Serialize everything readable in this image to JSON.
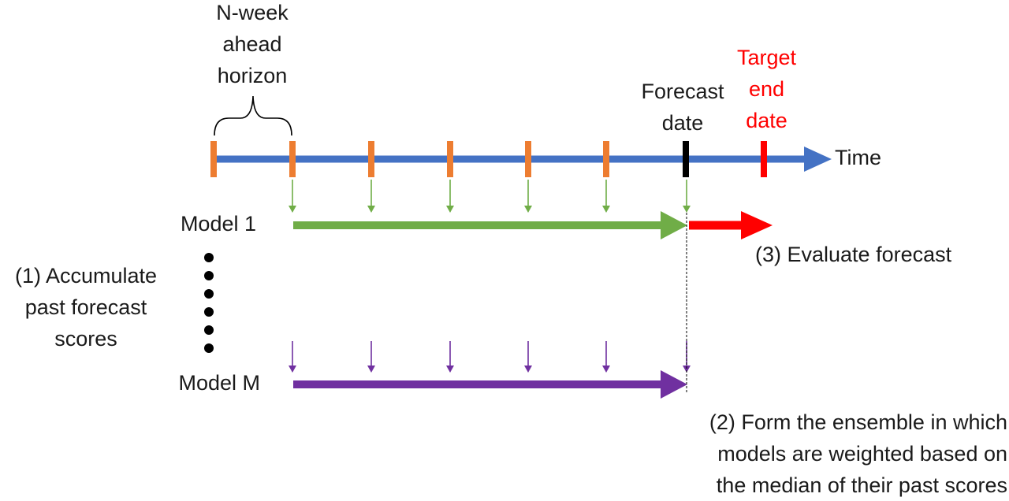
{
  "colors": {
    "timeline": "#4472c4",
    "tick": "#ed7d31",
    "forecast_tick": "#000000",
    "target_tick": "#ff0000",
    "model1": "#70ad47",
    "modelM": "#7030a0",
    "evaluate_arrow": "#ff0000",
    "dots": "#000000"
  },
  "horizon_label": [
    "N-week",
    "ahead",
    "horizon"
  ],
  "forecast_date_label": [
    "Forecast",
    "date"
  ],
  "target_end_date_label": [
    "Target",
    "end",
    "date"
  ],
  "time_label": "Time",
  "model1_label": "Model 1",
  "modelM_label": "Model M",
  "step1_label": [
    "(1)  Accumulate",
    "past forecast",
    "scores"
  ],
  "step2_label": [
    "(2) Form the ensemble in which",
    "models are weighted based on",
    "the median of their past scores"
  ],
  "step3_label": "(3) Evaluate forecast"
}
